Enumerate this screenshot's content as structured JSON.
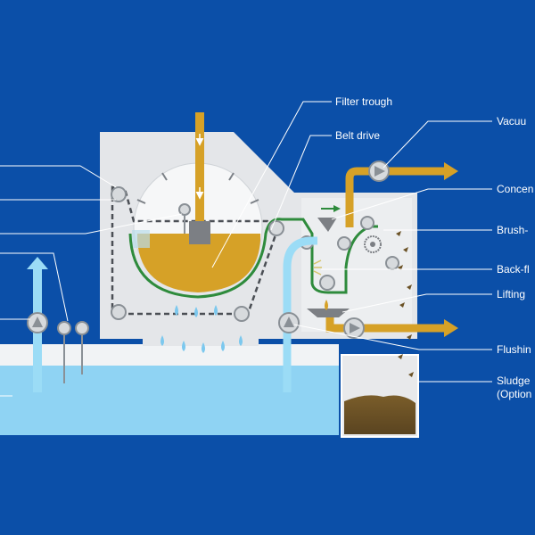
{
  "labels": {
    "filter_trough": "Filter trough",
    "belt_drive": "Belt drive",
    "vacuum": "Vacuu",
    "concentrate": "Concen",
    "brush": "Brush-",
    "back_flush": "Back-fl",
    "lifting": "Lifting",
    "flushing": "Flushin",
    "sludge_line1": "Sludge",
    "sludge_line2": "(Option"
  },
  "colors": {
    "background": "#0b4fa8",
    "housing": "#e4e6e9",
    "liquid": "#d6a127",
    "water": "#8fd3f3",
    "pipe_clean": "#9bdcf6",
    "belt": "#2e8b3c",
    "sludge": "#6b5226"
  }
}
